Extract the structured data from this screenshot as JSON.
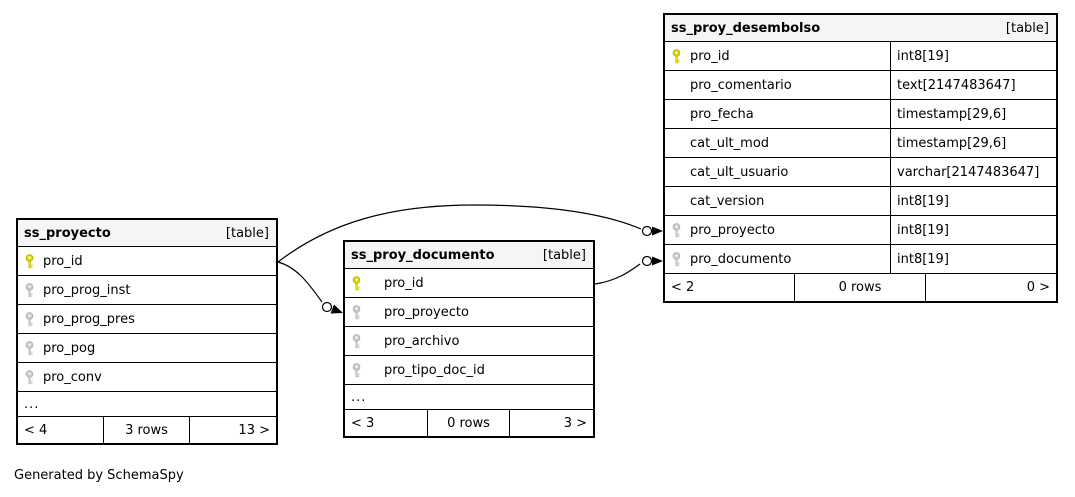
{
  "page": {
    "caption": "Generated by SchemaSpy"
  },
  "colors": {
    "primary_key": "#dddd00",
    "primary_key_stroke": "#a8a800",
    "secondary_key": "#cccccc",
    "secondary_key_stroke": "#aaaaaa",
    "header_bg": "#f5f5f5",
    "border": "#000000",
    "relationship_line": "#000000"
  },
  "tables": {
    "ss_proyecto": {
      "title": "ss_proyecto",
      "badge": "[table]",
      "columns": [
        {
          "name": "pro_id",
          "icon": "primary-key-icon"
        },
        {
          "name": "pro_prog_inst",
          "icon": "key-icon"
        },
        {
          "name": "pro_prog_pres",
          "icon": "key-icon"
        },
        {
          "name": "pro_pog",
          "icon": "key-icon"
        },
        {
          "name": "pro_conv",
          "icon": "key-icon"
        }
      ],
      "ellipsis": "...",
      "footer": {
        "parents": "< 4",
        "rows": "3 rows",
        "children": "13 >"
      }
    },
    "ss_proy_documento": {
      "title": "ss_proy_documento",
      "badge": "[table]",
      "columns": [
        {
          "name": "pro_id",
          "icon": "primary-key-icon"
        },
        {
          "name": "pro_proyecto",
          "icon": "key-icon"
        },
        {
          "name": "pro_archivo",
          "icon": "key-icon"
        },
        {
          "name": "pro_tipo_doc_id",
          "icon": "key-icon"
        }
      ],
      "ellipsis": "...",
      "footer": {
        "parents": "< 3",
        "rows": "0 rows",
        "children": "3 >"
      }
    },
    "ss_proy_desembolso": {
      "title": "ss_proy_desembolso",
      "badge": "[table]",
      "columns": [
        {
          "name": "pro_id",
          "type": "int8[19]",
          "icon": "primary-key-icon"
        },
        {
          "name": "pro_comentario",
          "type": "text[2147483647]",
          "icon": null
        },
        {
          "name": "pro_fecha",
          "type": "timestamp[29,6]",
          "icon": null
        },
        {
          "name": "cat_ult_mod",
          "type": "timestamp[29,6]",
          "icon": null
        },
        {
          "name": "cat_ult_usuario",
          "type": "varchar[2147483647]",
          "icon": null
        },
        {
          "name": "cat_version",
          "type": "int8[19]",
          "icon": null
        },
        {
          "name": "pro_proyecto",
          "type": "int8[19]",
          "icon": "key-icon"
        },
        {
          "name": "pro_documento",
          "type": "int8[19]",
          "icon": "key-icon"
        }
      ],
      "footer": {
        "parents": "< 2",
        "rows": "0 rows",
        "children": "0 >"
      }
    }
  },
  "relationships": [
    {
      "from": "ss_proyecto.pro_id",
      "to": "ss_proy_desembolso.pro_proyecto"
    },
    {
      "from": "ss_proyecto.pro_id",
      "to": "ss_proy_documento.pro_proyecto"
    },
    {
      "from": "ss_proy_documento.pro_id",
      "to": "ss_proy_desembolso.pro_documento"
    }
  ]
}
